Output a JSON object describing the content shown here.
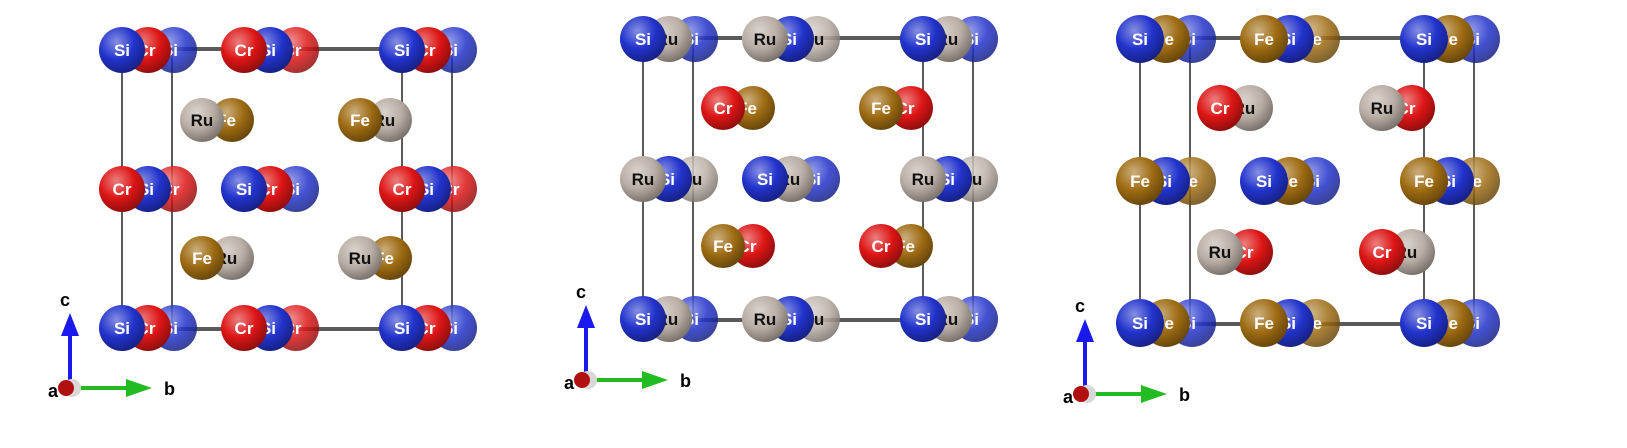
{
  "colors": {
    "Si": "#2233cc",
    "Cr": "#dd1515",
    "Ru": "#b9aea4",
    "Fe": "#9e6b12",
    "frame": "#5a5a5a",
    "axis_c": "#1a1aee",
    "axis_b": "#22bb22",
    "axis_a": "#b01010"
  },
  "axes": {
    "c": "c",
    "b": "b",
    "a": "a"
  },
  "panels": [
    {
      "corner": [
        "Si",
        "Cr",
        "Si"
      ],
      "edge_top": [
        "Cr",
        "Si",
        "Cr"
      ],
      "edge_side": [
        "Cr",
        "Si",
        "Cr"
      ],
      "center": [
        "Si",
        "Cr",
        "Si"
      ],
      "upper_left": [
        "Ru",
        "Fe"
      ],
      "upper_right": [
        "Fe",
        "Ru"
      ],
      "lower_left": [
        "Fe",
        "Ru"
      ],
      "lower_right": [
        "Ru",
        "Fe"
      ]
    },
    {
      "corner": [
        "Si",
        "Ru",
        "Si"
      ],
      "edge_top": [
        "Ru",
        "Si",
        "Ru"
      ],
      "edge_side": [
        "Ru",
        "Si",
        "Ru"
      ],
      "center": [
        "Si",
        "Ru",
        "Si"
      ],
      "upper_left": [
        "Cr",
        "Fe"
      ],
      "upper_right": [
        "Fe",
        "Cr"
      ],
      "lower_left": [
        "Fe",
        "Cr"
      ],
      "lower_right": [
        "Cr",
        "Fe"
      ]
    },
    {
      "corner": [
        "Si",
        "Fe",
        "Si"
      ],
      "edge_top": [
        "Fe",
        "Si",
        "Fe"
      ],
      "edge_side": [
        "Fe",
        "Si",
        "Fe"
      ],
      "center": [
        "Si",
        "Fe",
        "Si"
      ],
      "upper_left": [
        "Cr",
        "Ru"
      ],
      "upper_right": [
        "Ru",
        "Cr"
      ],
      "lower_left": [
        "Ru",
        "Cr"
      ],
      "lower_right": [
        "Cr",
        "Ru"
      ]
    }
  ]
}
